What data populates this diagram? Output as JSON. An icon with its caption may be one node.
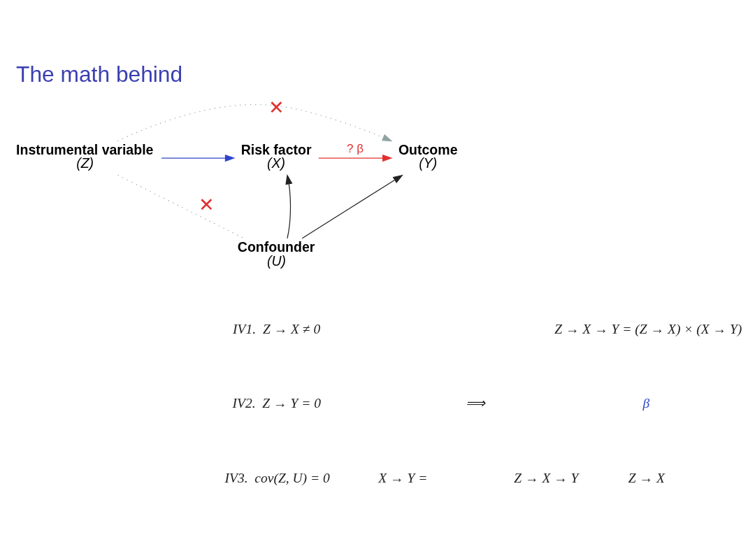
{
  "diagram": {
    "title": "The math behind",
    "nodes": [
      {
        "text": [
          "Instrumental variable",
          "(Z)"
        ]
      },
      {
        "text": [
          "Risk factor",
          "(X)"
        ]
      },
      {
        "text": [
          "Outcome",
          "(Y)"
        ]
      },
      {
        "text": [
          "Confounder",
          "(U)"
        ]
      }
    ],
    "edges": [
      {
        "from": 0,
        "to": 1,
        "arrow": "to",
        "color": "#2f45c8"
      },
      {
        "from": 1,
        "to": 2,
        "arrow": "to",
        "label": "? β",
        "color": "#e03030"
      },
      {
        "from": 3,
        "to": 1,
        "arrow": "to"
      },
      {
        "from": 3,
        "to": 2,
        "arrow": "to"
      },
      {
        "from": 0,
        "to": 2,
        "arrow": "to",
        "label": "✕",
        "style": "dashed",
        "color": "#8fa3a3"
      },
      {
        "from": 0,
        "to": 3,
        "arrow": "none",
        "label": "✕",
        "style": "dashed",
        "color": "#8fa3a3"
      }
    ],
    "labels": [
      "IV1.  Z → X ≠ 0",
      "IV2.  Z → Y = 0",
      "IV3.  cov(Z, U) = 0",
      "⟹",
      "Z → X → Y = (Z → X) × (X → Y)",
      "β",
      "X → Y =",
      "Z → X → Y",
      "Z → X"
    ]
  }
}
